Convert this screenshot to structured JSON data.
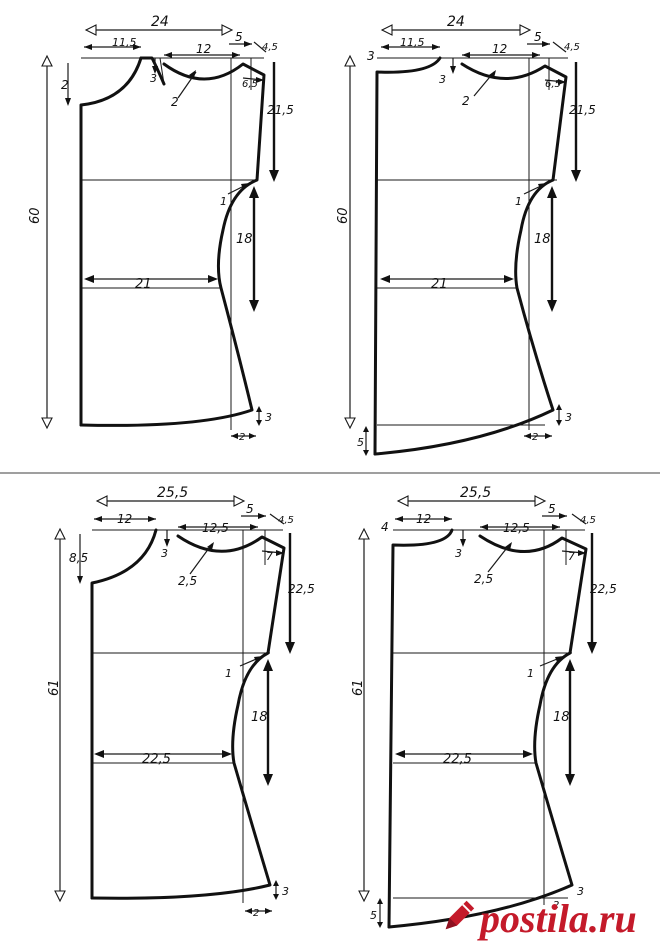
{
  "colors": {
    "ink": "#111111",
    "watermark": "#c41a2a",
    "background": "#ffffff"
  },
  "panels": [
    {
      "id": "top-left",
      "labels": {
        "width_top": "24",
        "neck_width": "11,5",
        "neck_depth": "2",
        "curve_depth": "3",
        "dart": "12",
        "dart_depth": "2",
        "shoulder_ext": "5",
        "shoulder_rise": "4,5",
        "shoulder_small": "6,5",
        "armhole_height": "21,5",
        "armhole_dart": "1",
        "side_length": "18",
        "waist": "21",
        "hem_rise": "3",
        "hem_offset": "2",
        "length": "60"
      }
    },
    {
      "id": "top-right",
      "labels": {
        "width_top": "24",
        "neck_width": "11,5",
        "neck_drop": "3",
        "curve_depth": "3",
        "dart": "12",
        "dart_depth": "2",
        "shoulder_ext": "5",
        "shoulder_rise": "4,5",
        "shoulder_small": "6,5",
        "armhole_height": "21,5",
        "armhole_dart": "1",
        "side_length": "18",
        "waist": "21",
        "hem_rise": "3",
        "hem_offset": "2",
        "hem_drop": "5",
        "length": "60"
      }
    },
    {
      "id": "bottom-left",
      "labels": {
        "width_top": "25,5",
        "neck_width": "12",
        "neck_depth": "8,5",
        "curve_depth": "3",
        "dart": "12,5",
        "dart_depth": "2,5",
        "shoulder_ext": "5",
        "shoulder_rise": "4,5",
        "shoulder_small": "7",
        "armhole_height": "22,5",
        "armhole_dart": "1",
        "side_length": "18",
        "waist": "22,5",
        "hem_rise": "3",
        "hem_offset": "2",
        "length": "61"
      }
    },
    {
      "id": "bottom-right",
      "labels": {
        "width_top": "25,5",
        "neck_width": "12",
        "neck_drop": "4",
        "curve_depth": "3",
        "dart": "12,5",
        "dart_depth": "2,5",
        "shoulder_ext": "5",
        "shoulder_rise": "4,5",
        "shoulder_small": "7",
        "armhole_height": "22,5",
        "armhole_dart": "1",
        "side_length": "18",
        "waist": "22,5",
        "hem_rise": "3",
        "hem_offset": "2",
        "hem_drop": "5",
        "length": "61"
      }
    }
  ],
  "watermark": {
    "text": "postila.ru"
  }
}
